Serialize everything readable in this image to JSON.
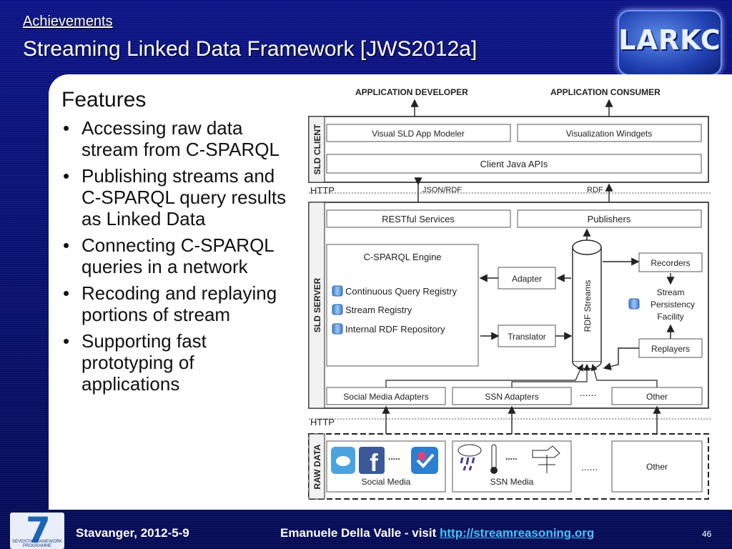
{
  "header": {
    "subtitle": "Achievements",
    "title": "Streaming Linked Data Framework [JWS2012a]",
    "logo_text": "LARKC"
  },
  "features": {
    "title": "Features",
    "items": [
      "Accessing raw data stream from C-SPARQL",
      "Publishing streams and C-SPARQL query results as Linked Data",
      "Connecting C-SPARQL queries in a network",
      "Recoding and replaying portions of stream",
      "Supporting fast prototyping of applications"
    ]
  },
  "diagram": {
    "top_labels": {
      "developer": "APPLICATION DEVELOPER",
      "consumer": "APPLICATION CONSUMER"
    },
    "client": {
      "side_label": "SLD CLIENT",
      "app_modeler": "Visual SLD App Modeler",
      "viz_widgets": "Visualization Windgets",
      "java_apis": "Client Java APIs"
    },
    "http_top": "HTTP",
    "json_rdf": "JSON/RDF",
    "rdf": "RDF",
    "server": {
      "side_label": "SLD SERVER",
      "restful": "RESTful Services",
      "publishers": "Publishers",
      "engine_title": "C-SPARQL Engine",
      "engine_items": [
        "Continuous Query Registry",
        "Stream Registry",
        "Internal RDF Repository"
      ],
      "adapter": "Adapter",
      "translator": "Translator",
      "rdf_streams": "RDF Streams",
      "recorders": "Recorders",
      "persistency": [
        "Stream",
        "Persistency",
        "Facility"
      ],
      "replayers": "Replayers",
      "social_adapters": "Social Media Adapters",
      "ssn_adapters": "SSN Adapters",
      "dots": "......",
      "other": "Other"
    },
    "http_bottom": "HTTP",
    "raw": {
      "side_label": "RAW DATA",
      "social_media": "Social Media",
      "ssn_media": "SSN Media",
      "dots": "......",
      "other": "Other",
      "mini_dots": "....."
    }
  },
  "footer": {
    "location_date": "Stavanger, 2012-5-9",
    "author_prefix": "Emanuele Della Valle - visit ",
    "link": "http://streamreasoning.org",
    "page": "46",
    "logo_caption": "SEVENTH FRAMEWORK PROGRAMME"
  }
}
